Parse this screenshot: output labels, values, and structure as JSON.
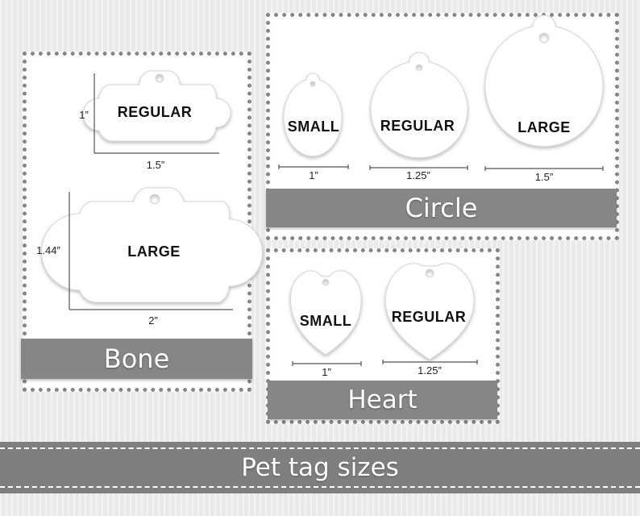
{
  "sections": {
    "bone": {
      "title": "Bone",
      "regular": {
        "label": "REGULAR",
        "height": "1”",
        "width": "1.5”"
      },
      "large": {
        "label": "LARGE",
        "height": "1.44”",
        "width": "2”"
      }
    },
    "circle": {
      "title": "Circle",
      "small": {
        "label": "SMALL",
        "width": "1”"
      },
      "regular": {
        "label": "REGULAR",
        "width": "1.25”"
      },
      "large": {
        "label": "LARGE",
        "width": "1.5”"
      }
    },
    "heart": {
      "title": "Heart",
      "small": {
        "label": "SMALL",
        "width": "1”"
      },
      "regular": {
        "label": "REGULAR",
        "width": "1.25”"
      }
    }
  },
  "footer": {
    "title": "Pet tag sizes"
  },
  "colors": {
    "banner": "#868686",
    "footer": "#7f7f7f",
    "panel_border": "#8c8484",
    "background": "#eeeeee"
  }
}
